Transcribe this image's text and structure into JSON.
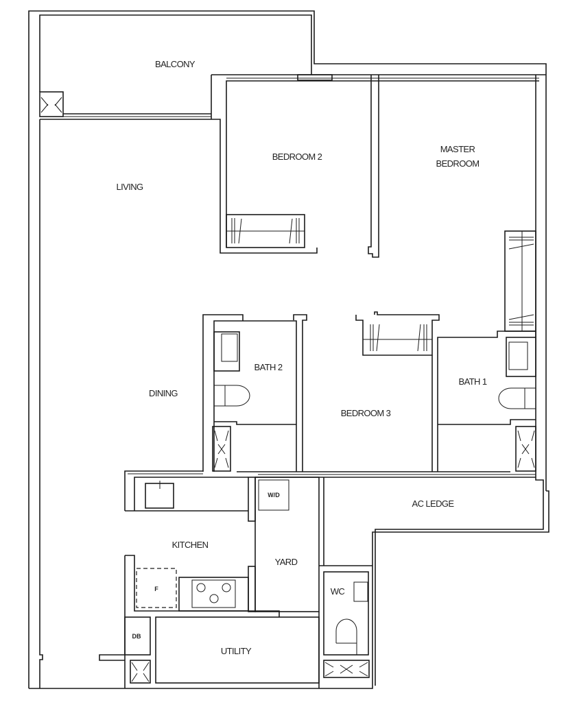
{
  "rooms": {
    "balcony": "BALCONY",
    "bedroom2": "BEDROOM 2",
    "master_line1": "MASTER",
    "master_line2": "BEDROOM",
    "living": "LIVING",
    "bath2": "BATH 2",
    "bath1": "BATH 1",
    "dining": "DINING",
    "bedroom3": "BEDROOM 3",
    "wd": "W/D",
    "ac_ledge": "AC LEDGE",
    "kitchen": "KITCHEN",
    "yard": "YARD",
    "fridge": "F",
    "wc": "WC",
    "db": "DB",
    "utility": "UTILITY"
  },
  "colors": {
    "line": "#1a1a1a",
    "text": "#222222",
    "background": "#ffffff"
  }
}
